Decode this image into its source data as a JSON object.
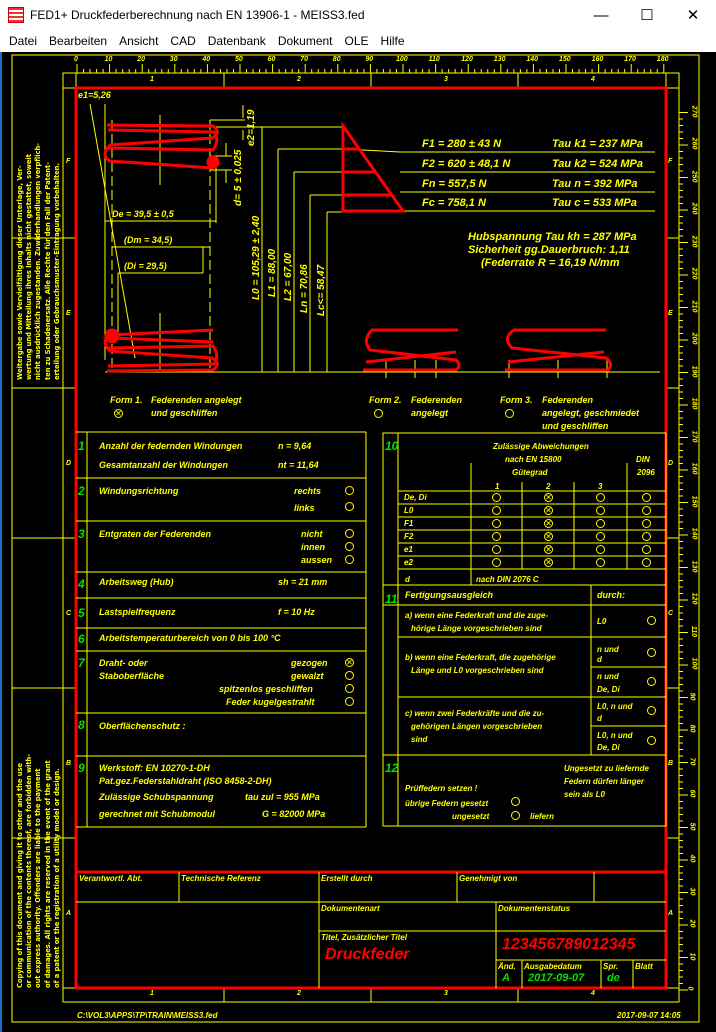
{
  "window": {
    "title": "FED1+  Druckfederberechnung nach EN 13906-1  -  MEISS3.fed",
    "minimize": "—",
    "maximize": "☐",
    "close": "✕"
  },
  "menu": [
    "Datei",
    "Bearbeiten",
    "Ansicht",
    "CAD",
    "Datenbank",
    "Dokument",
    "OLE",
    "Hilfe"
  ],
  "ruler": {
    "top_labels": [
      "0",
      "10",
      "20",
      "30",
      "40",
      "50",
      "60",
      "70",
      "80",
      "90",
      "100",
      "110",
      "120",
      "130",
      "140",
      "150",
      "160",
      "170",
      "180"
    ],
    "right_labels": [
      "270",
      "260",
      "250",
      "240",
      "230",
      "220",
      "210",
      "200",
      "190",
      "180",
      "170",
      "160",
      "150",
      "140",
      "130",
      "120",
      "110",
      "100",
      "90",
      "80",
      "70",
      "60",
      "50",
      "40",
      "30",
      "20",
      "10",
      "0"
    ],
    "columns": [
      "1",
      "2",
      "3",
      "4"
    ],
    "zones": [
      "F",
      "E",
      "D",
      "C",
      "B",
      "A"
    ]
  },
  "notice_de": [
    "Weitergabe sowie Vervielfältigung dieser Unterlage, Ver-",
    "wertung und Mitteilung ihres Inhalts nicht gestattet, soweit",
    "nicht ausdrücklich zugestanden. Zuwiderhandlungen verpflich-",
    "ten zu Schadenersatz. Alle Rechte für den Fall der Patent-",
    "erteilung oder Gebrauchsmuster-Eintragung vorbehalten."
  ],
  "notice_en": [
    "Copying of this document and giving it to other and the use",
    "or communication of the contents thereof, are forbidden with-",
    "out express authority. Offenders are liable to the payment",
    "of damages. All rights are reserved in the event of the grant",
    "of a patent or the registration of a utility model or design."
  ],
  "drawing": {
    "e1": "e1=5,26",
    "e2": "e2=1,19",
    "d": "d= 5 ± 0,025",
    "De": "De = 39,5 ± 0,5",
    "Dm": "(Dm = 34,5)",
    "Di": "(Di = 29,5)",
    "L0": "L0 = 105,29 ± 2,40",
    "L1": "L1 = 88,00",
    "L2": "L2 = 67,00",
    "Ln": "Ln = 70,86",
    "Lc": "Lc<= 58,47",
    "forces": [
      {
        "f": "F1 = 280 ± 43 N",
        "tau": "Tau k1 =  237 MPa"
      },
      {
        "f": "F2 = 620 ± 48,1 N",
        "tau": "Tau k2 =  524 MPa"
      },
      {
        "f": "Fn = 557,5 N",
        "tau": "Tau n  =  392 MPa"
      },
      {
        "f": "Fc = 758,1 N",
        "tau": "Tau c  =  533 MPa"
      }
    ],
    "hub": "Hubspannung   Tau kh =  287 MPa",
    "sicherheit": "Sicherheit gg.Dauerbruch: 1,11",
    "federrate": "(Federrate     R = 16,19 N/mm"
  },
  "forms": [
    {
      "label": "Form 1.",
      "text1": "Federenden angelegt",
      "text2": "und geschliffen",
      "checked": true
    },
    {
      "label": "Form 2.",
      "text1": "Federenden",
      "text2": "angelegt",
      "checked": false
    },
    {
      "label": "Form 3.",
      "text1": "Federenden",
      "text2": "angelegt, geschmiedet",
      "text3": "und geschliffen",
      "checked": false
    }
  ],
  "left_table": {
    "s1": {
      "n": "1",
      "a": "Anzahl der federnden Windungen",
      "av": "n  =     9,64",
      "b": "Gesamtanzahl der Windungen",
      "bv": "nt =    11,64"
    },
    "s2": {
      "n": "2",
      "label": "Windungsrichtung",
      "opts": [
        "rechts",
        "links"
      ]
    },
    "s3": {
      "n": "3",
      "label": "Entgraten der Federenden",
      "opts": [
        "nicht",
        "innen",
        "aussen"
      ]
    },
    "s4": {
      "n": "4",
      "label": "Arbeitsweg (Hub)",
      "value": "sh = 21 mm"
    },
    "s5": {
      "n": "5",
      "label": "Lastspielfrequenz",
      "value": "f = 10 Hz"
    },
    "s6": {
      "n": "6",
      "label": "Arbeitstemperaturbereich von 0 bis 100 °C"
    },
    "s7": {
      "n": "7",
      "l1": "Draht- oder",
      "l2": "Staboberfläche",
      "opts": [
        "gezogen",
        "gewalzt",
        "spitzenlos geschliffen",
        "Feder kugelgestrahlt"
      ],
      "checked": 0
    },
    "s8": {
      "n": "8",
      "label": "Oberflächenschutz :"
    },
    "s9": {
      "n": "9",
      "l1": "Werkstoff: EN 10270-1-DH",
      "l2": "Pat.gez.Federstahldraht  (ISO 8458-2-DH)",
      "l3": "Zulässige Schubspannung",
      "l3v": "tau zul =  955 MPa",
      "l4": "gerechnet mit Schubmodul",
      "l4v": "G =  82000 MPa"
    }
  },
  "right_table": {
    "s10": {
      "n": "10",
      "h1": "Zulässige  Abweichungen",
      "h2": "nach EN 15800",
      "h3": "Gütegrad",
      "din": "DIN",
      "din2": "2096",
      "grades": [
        "1",
        "2",
        "3"
      ],
      "rows": [
        "De, Di",
        "L0",
        "F1",
        "F2",
        "e1",
        "e2"
      ],
      "checked_col": 1,
      "d_label": "d",
      "d_value": "nach DIN 2076 C"
    },
    "s11": {
      "n": "11",
      "label": "Fertigungsausgleich",
      "durch": "durch:",
      "a": [
        "a) wenn eine Federkraft und die zuge-",
        "hörige Länge vorgeschrieben sind"
      ],
      "a_opt": "L0",
      "b": [
        "b) wenn eine Federkraft, die zugehörige",
        "Länge und L0 vorgeschrieben sind"
      ],
      "b_opts": [
        [
          "n und",
          "d"
        ],
        [
          "n und",
          "De, Di"
        ]
      ],
      "c": [
        "c) wenn zwei Federkräfte und die zu-",
        "gehörigen Längen vorgeschrieben",
        "sind"
      ],
      "c_opts": [
        [
          "L0, n und",
          "d"
        ],
        [
          "L0, n und",
          "De, Di"
        ]
      ]
    },
    "s12": {
      "n": "12",
      "pruef": "Prüffedern setzen !",
      "gesetzt": "übrige Federn gesetzt",
      "ungesetzt": "ungesetzt",
      "liefern": "liefern",
      "note": [
        "Ungesetzt zu liefernde",
        "Federn dürfen länger",
        "sein als L0"
      ]
    }
  },
  "title_block": {
    "verantwortl": "Verantwortl. Abt.",
    "techref": "Technische Referenz",
    "erstellt": "Erstellt durch",
    "genehmigt": "Genehmigt von",
    "dokart": "Dokumentenart",
    "dokstatus": "Dokumentenstatus",
    "titel_label": "Titel, Zusätzlicher Titel",
    "titel": "Druckfeder",
    "docnr": "123456789012345",
    "aend_label": "Änd.",
    "aend": "A",
    "datum_label": "Ausgabedatum",
    "datum": "2017-09-07",
    "spr_label": "Spr.",
    "spr": "de",
    "blatt_label": "Blatt"
  },
  "footer": {
    "path": "C:\\VOL3\\APPS\\TP\\TRAIN\\MEISS3.fed",
    "timestamp": "2017-09-07 14:05"
  },
  "colors": {
    "frame": "#ff0000",
    "line": "#ffff00",
    "number": "#00e000",
    "background": "#000000"
  }
}
